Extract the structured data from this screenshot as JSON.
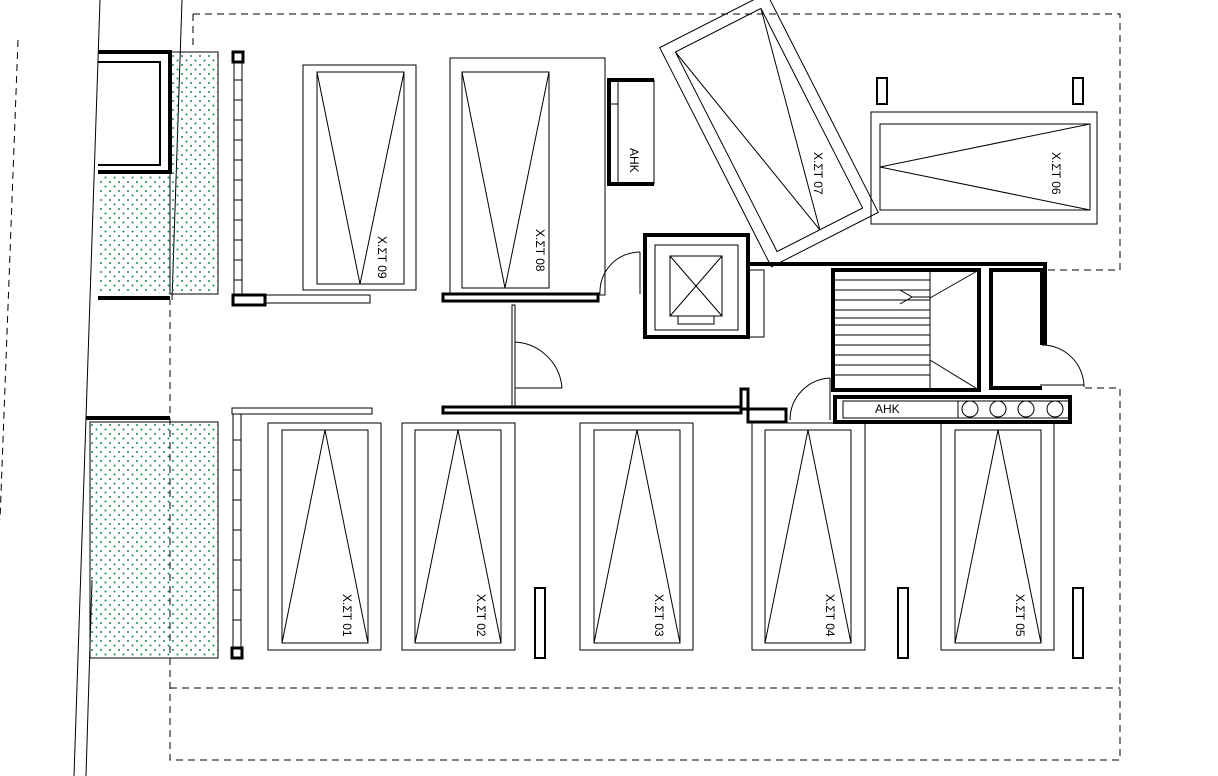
{
  "labels": {
    "p01": "Χ.ΣΤ 01",
    "p02": "Χ.ΣΤ 02",
    "p03": "Χ.ΣΤ 03",
    "p04": "Χ.ΣΤ 04",
    "p05": "Χ.ΣΤ 05",
    "p06": "Χ.ΣΤ 06",
    "p07": "Χ.ΣΤ 07",
    "p08": "Χ.ΣΤ 08",
    "p09": "Χ.ΣΤ 09",
    "ahk_top": "ΑΗΚ",
    "ahk_bottom": "ΑΗΚ"
  },
  "colors": {
    "line": "#000000",
    "planting_dot": "#1a8a4a",
    "background": "#ffffff"
  }
}
